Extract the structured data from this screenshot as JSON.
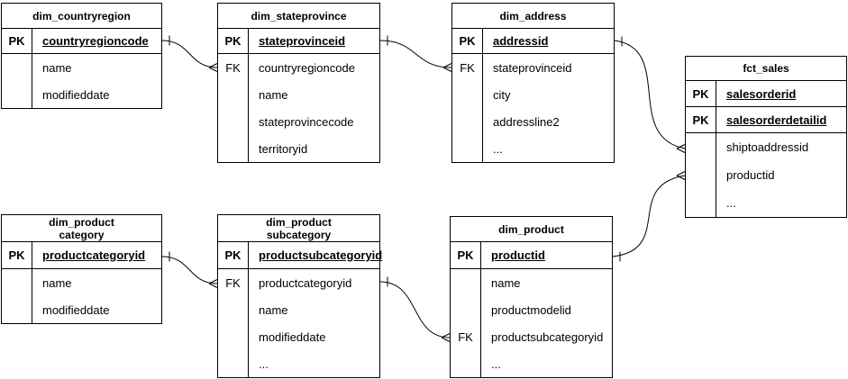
{
  "diagram": {
    "type": "entity-relationship",
    "background_color": "#ffffff",
    "line_color": "#000000",
    "text_color": "#000000",
    "notation": "crows-foot"
  },
  "tables": [
    {
      "title": [
        "dim_countryregion"
      ],
      "rows": [
        {
          "key": "PK",
          "name": "countryregioncode"
        },
        {
          "key": "",
          "name": "name"
        },
        {
          "key": "",
          "name": "modifieddate"
        }
      ]
    },
    {
      "title": [
        "dim_stateprovince"
      ],
      "rows": [
        {
          "key": "PK",
          "name": "stateprovinceid"
        },
        {
          "key": "FK",
          "name": "countryregioncode"
        },
        {
          "key": "",
          "name": "name"
        },
        {
          "key": "",
          "name": "stateprovincecode"
        },
        {
          "key": "",
          "name": "territoryid"
        }
      ]
    },
    {
      "title": [
        "dim_address"
      ],
      "rows": [
        {
          "key": "PK",
          "name": "addressid"
        },
        {
          "key": "FK",
          "name": "stateprovinceid"
        },
        {
          "key": "",
          "name": "city"
        },
        {
          "key": "",
          "name": "addressline2"
        },
        {
          "key": "",
          "name": "..."
        }
      ]
    },
    {
      "title": [
        "fct_sales"
      ],
      "rows": [
        {
          "key": "PK",
          "name": "salesorderid"
        },
        {
          "key": "PK",
          "name": "salesorderdetailid"
        },
        {
          "key": "",
          "name": "shiptoaddressid"
        },
        {
          "key": "",
          "name": "productid"
        },
        {
          "key": "",
          "name": "..."
        }
      ]
    },
    {
      "title": [
        "dim_product",
        "category"
      ],
      "rows": [
        {
          "key": "PK",
          "name": "productcategoryid"
        },
        {
          "key": "",
          "name": "name"
        },
        {
          "key": "",
          "name": "modifieddate"
        }
      ]
    },
    {
      "title": [
        "dim_product",
        "subcategory"
      ],
      "rows": [
        {
          "key": "PK",
          "name": "productsubcategoryid"
        },
        {
          "key": "FK",
          "name": "productcategoryid"
        },
        {
          "key": "",
          "name": "name"
        },
        {
          "key": "",
          "name": "modifieddate"
        },
        {
          "key": "",
          "name": "..."
        }
      ]
    },
    {
      "title": [
        "dim_product"
      ],
      "rows": [
        {
          "key": "PK",
          "name": "productid"
        },
        {
          "key": "",
          "name": "name"
        },
        {
          "key": "",
          "name": "productmodelid"
        },
        {
          "key": "FK",
          "name": "productsubcategoryid"
        },
        {
          "key": "",
          "name": "..."
        }
      ]
    }
  ],
  "relationships": [
    {
      "from": "dim_countryregion.countryregioncode",
      "to": "dim_stateprovince.countryregioncode",
      "cardinality": "one-to-many"
    },
    {
      "from": "dim_stateprovince.stateprovinceid",
      "to": "dim_address.stateprovinceid",
      "cardinality": "one-to-many"
    },
    {
      "from": "dim_address.addressid",
      "to": "fct_sales.shiptoaddressid",
      "cardinality": "one-to-many"
    },
    {
      "from": "dim_product.productid",
      "to": "fct_sales.productid",
      "cardinality": "one-to-many"
    },
    {
      "from": "dim_product category.productcategoryid",
      "to": "dim_product subcategory.productcategoryid",
      "cardinality": "one-to-many"
    },
    {
      "from": "dim_product subcategory.productsubcategoryid",
      "to": "dim_product.productsubcategoryid",
      "cardinality": "one-to-many"
    }
  ]
}
